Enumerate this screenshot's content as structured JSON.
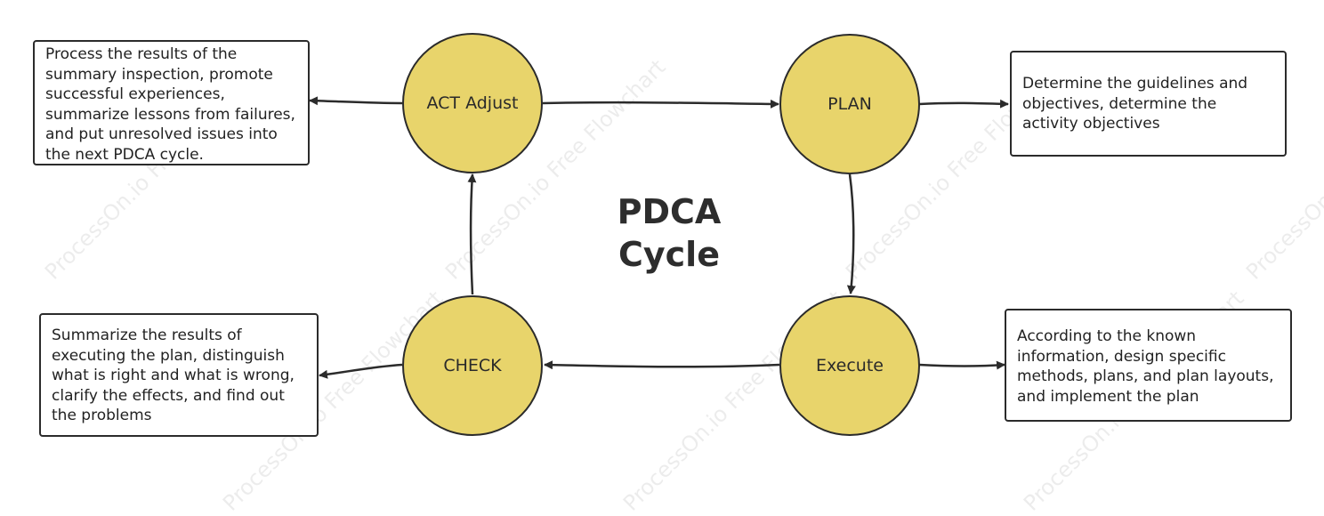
{
  "diagram": {
    "title_line1": "PDCA",
    "title_line2": "Cycle",
    "watermark": "ProcessOn.io Free Flowchart",
    "nodes": {
      "act": "ACT Adjust",
      "plan": "PLAN",
      "execute": "Execute",
      "check": "CHECK"
    },
    "notes": {
      "act": "Process the results of the summary inspection, promote successful experiences, summarize lessons from failures, and put unresolved issues into the next PDCA cycle.",
      "plan": "Determine the guidelines and objectives, determine the activity objectives",
      "execute": "According to the known information, design specific methods, plans, and plan layouts, and implement the plan",
      "check": "Summarize the results of executing the plan, distinguish what is right and what is wrong, clarify the effects, and find out the problems"
    },
    "colors": {
      "node_fill": "#e8d46b",
      "stroke": "#2b2b2b"
    }
  }
}
